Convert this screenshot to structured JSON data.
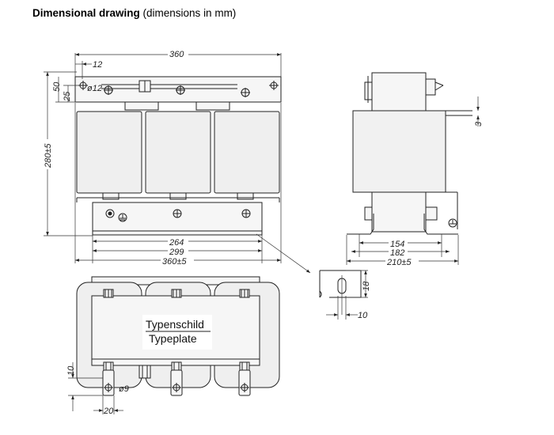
{
  "heading": {
    "bold": "Dimensional drawing",
    "normal": " (dimensions in mm)"
  },
  "front_view": {
    "dim_top": "360",
    "dim_offset": "12",
    "dim_hole": "ø12",
    "dim_50": "50",
    "dim_25": "25",
    "dim_height": "280±5",
    "dim_264": "264",
    "dim_299": "299",
    "dim_360": "360±5"
  },
  "side_view": {
    "dim_3": "3",
    "dim_154": "154",
    "dim_182": "182",
    "dim_210": "210±5"
  },
  "detail_view": {
    "dim_18": "18",
    "dim_10": "10"
  },
  "top_view": {
    "typeplate_line1": "Typenschild",
    "typeplate_line2": "Typeplate",
    "dim_10": "10",
    "dim_hole": "ø9",
    "dim_20": "20"
  }
}
